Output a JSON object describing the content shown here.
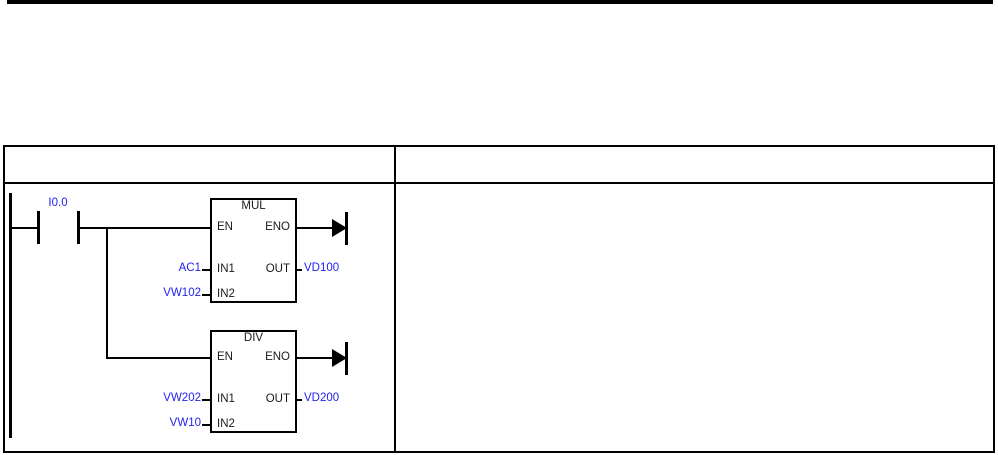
{
  "colors": {
    "operand_blue": "#2222ee",
    "line_black": "#000000",
    "block_text": "#1a1a1a"
  },
  "table": {
    "header_left": "",
    "header_right": "",
    "body_right": ""
  },
  "ladder": {
    "contact_label": "I0.0",
    "blocks": [
      {
        "title": "MUL",
        "pins": {
          "en": "EN",
          "eno": "ENO",
          "in1": "IN1",
          "in2": "IN2",
          "out": "OUT"
        },
        "operands": {
          "in1": "AC1",
          "in2": "VW102",
          "out": "VD100"
        }
      },
      {
        "title": "DIV",
        "pins": {
          "en": "EN",
          "eno": "ENO",
          "in1": "IN1",
          "in2": "IN2",
          "out": "OUT"
        },
        "operands": {
          "in1": "VW202",
          "in2": "VW10",
          "out": "VD200"
        }
      }
    ]
  }
}
